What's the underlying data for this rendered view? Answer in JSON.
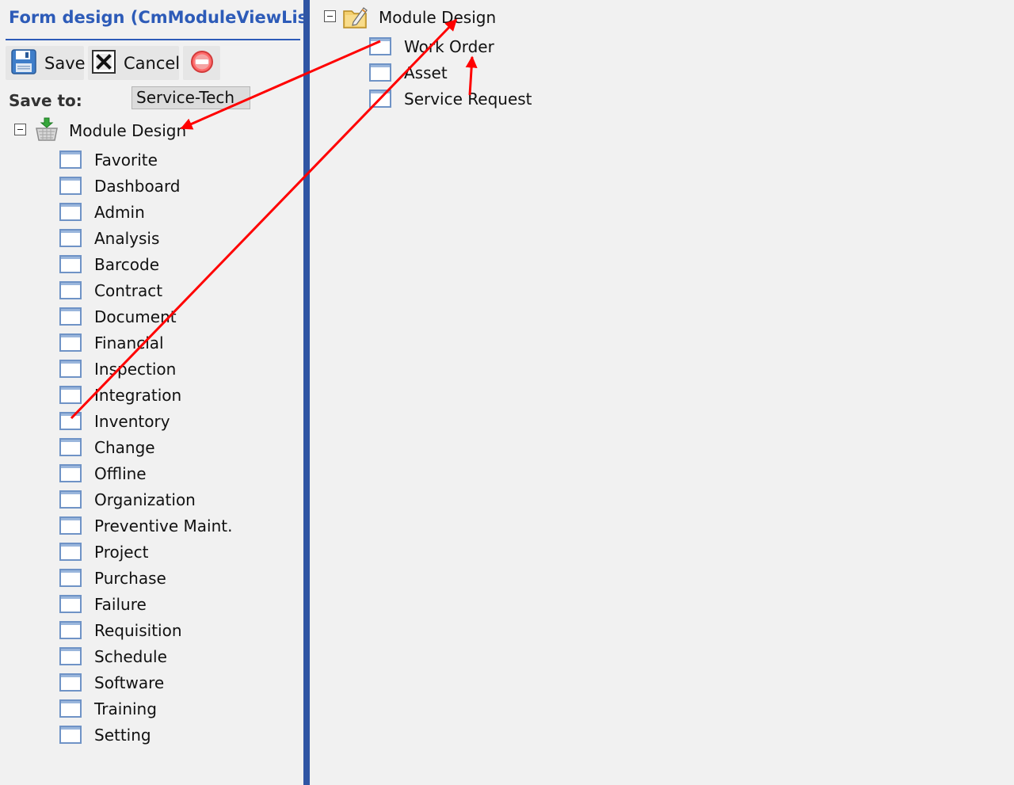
{
  "form_title": "Form design (CmModuleViewList)",
  "toolbar": {
    "save_label": "Save",
    "cancel_label": "Cancel"
  },
  "save_to": {
    "label": "Save to:",
    "value": "Service-Tech"
  },
  "left_tree": {
    "root_label": "Module Design",
    "items": [
      {
        "label": "Favorite"
      },
      {
        "label": "Dashboard"
      },
      {
        "label": "Admin"
      },
      {
        "label": "Analysis"
      },
      {
        "label": "Barcode"
      },
      {
        "label": "Contract"
      },
      {
        "label": "Document"
      },
      {
        "label": "Financial"
      },
      {
        "label": "Inspection"
      },
      {
        "label": "Integration"
      },
      {
        "label": "Inventory"
      },
      {
        "label": "Change"
      },
      {
        "label": "Offline"
      },
      {
        "label": "Organization"
      },
      {
        "label": "Preventive Maint."
      },
      {
        "label": "Project"
      },
      {
        "label": "Purchase"
      },
      {
        "label": "Failure"
      },
      {
        "label": "Requisition"
      },
      {
        "label": "Schedule"
      },
      {
        "label": "Software"
      },
      {
        "label": "Training"
      },
      {
        "label": "Setting"
      }
    ]
  },
  "right_tree": {
    "root_label": "Module Design",
    "items": [
      {
        "label": "Work Order"
      },
      {
        "label": "Asset"
      },
      {
        "label": "Service Request"
      }
    ]
  },
  "colors": {
    "title_blue": "#2d5bb8",
    "divider_blue": "#2f55a4",
    "annotation_red": "#ff0000",
    "panel_bg": "#f1f1f1"
  },
  "icons": {
    "save": "floppy-disk-icon",
    "cancel": "close-x-icon",
    "delete": "red-stop-icon",
    "left_root": "basket-download-icon",
    "right_root": "folder-edit-icon",
    "node": "window-icon"
  }
}
